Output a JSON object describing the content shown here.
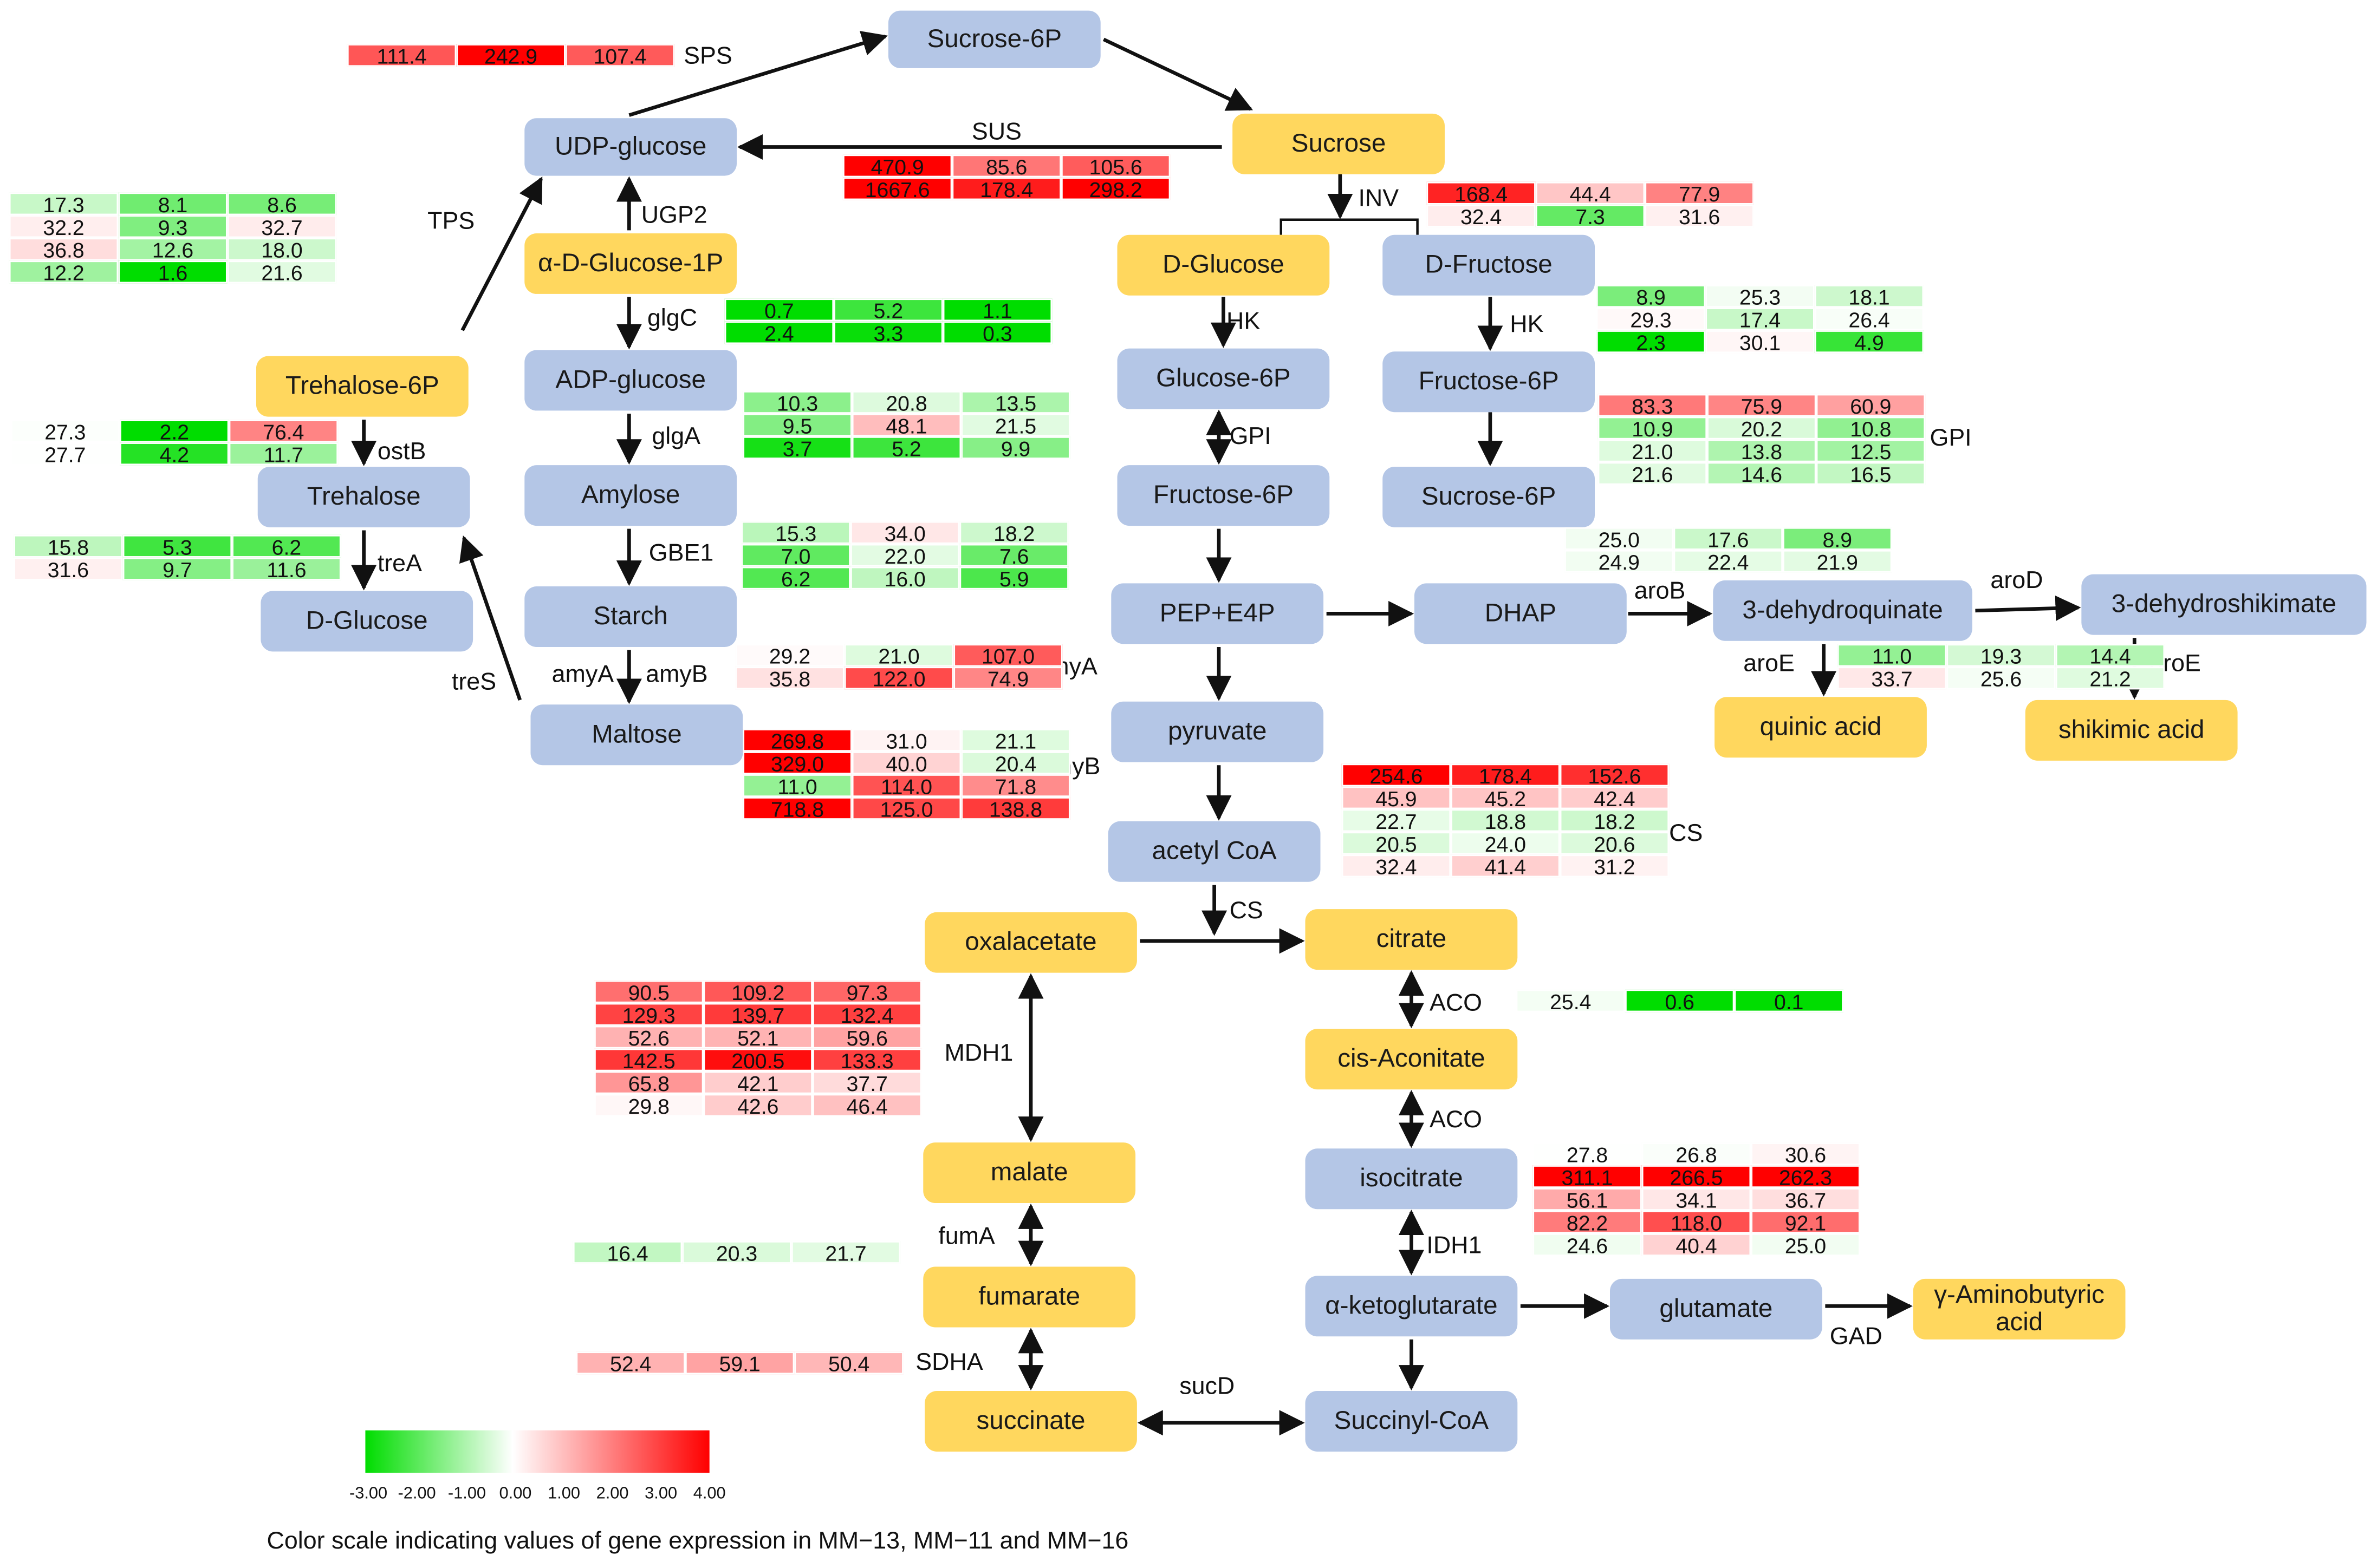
{
  "nodes": {
    "sucrose6p_top": {
      "label": "Sucrose-6P",
      "kind": "enz"
    },
    "udp_glucose": {
      "label": "UDP-glucose",
      "kind": "enz"
    },
    "sucrose": {
      "label": "Sucrose",
      "kind": "met"
    },
    "a_d_glucose_1p": {
      "label": "α-D-Glucose-1P",
      "kind": "met"
    },
    "d_glucose_mid": {
      "label": "D-Glucose",
      "kind": "met"
    },
    "d_fructose": {
      "label": "D-Fructose",
      "kind": "enz"
    },
    "trehalose_6p": {
      "label": "Trehalose-6P",
      "kind": "met"
    },
    "adp_glucose": {
      "label": "ADP-glucose",
      "kind": "enz"
    },
    "glucose_6p": {
      "label": "Glucose-6P",
      "kind": "enz"
    },
    "fructose_6p_right": {
      "label": "Fructose-6P",
      "kind": "enz"
    },
    "trehalose": {
      "label": "Trehalose",
      "kind": "enz"
    },
    "amylose": {
      "label": "Amylose",
      "kind": "enz"
    },
    "fructose_6p_mid": {
      "label": "Fructose-6P",
      "kind": "enz"
    },
    "sucrose6p_right": {
      "label": "Sucrose-6P",
      "kind": "enz"
    },
    "starch": {
      "label": "Starch",
      "kind": "enz"
    },
    "d_glucose_left": {
      "label": "D-Glucose",
      "kind": "enz"
    },
    "pep_e4p": {
      "label": "PEP+E4P",
      "kind": "enz"
    },
    "dhap": {
      "label": "DHAP",
      "kind": "enz"
    },
    "dehydroquinate": {
      "label": "3-dehydroquinate",
      "kind": "enz"
    },
    "dehydroshikimate": {
      "label": "3-dehydroshikimate",
      "kind": "enz"
    },
    "maltose": {
      "label": "Maltose",
      "kind": "enz"
    },
    "pyruvate": {
      "label": "pyruvate",
      "kind": "enz"
    },
    "quinic_acid": {
      "label": "quinic acid",
      "kind": "met"
    },
    "shikimic_acid": {
      "label": "shikimic acid",
      "kind": "met"
    },
    "acetyl_coa": {
      "label": "acetyl CoA",
      "kind": "enz"
    },
    "oxalacetate": {
      "label": "oxalacetate",
      "kind": "met"
    },
    "citrate": {
      "label": "citrate",
      "kind": "met"
    },
    "cis_aconitate": {
      "label": "cis-Aconitate",
      "kind": "met"
    },
    "malate": {
      "label": "malate",
      "kind": "met"
    },
    "isocitrate": {
      "label": "isocitrate",
      "kind": "enz"
    },
    "fumarate": {
      "label": "fumarate",
      "kind": "met"
    },
    "a_ketoglutarate": {
      "label": "α-ketoglutarate",
      "kind": "enz"
    },
    "glutamate": {
      "label": "glutamate",
      "kind": "enz"
    },
    "gaba": {
      "label": "γ-Aminobutyric acid",
      "kind": "met"
    },
    "succinate": {
      "label": "succinate",
      "kind": "met"
    },
    "succinyl_coa": {
      "label": "Succinyl-CoA",
      "kind": "enz"
    }
  },
  "enzymes": {
    "SPS": "SPS",
    "SUS": "SUS",
    "TPS": "TPS",
    "UGP2": "UGP2",
    "INV": "INV",
    "glgC": "glgC",
    "HK1": "HK",
    "HK2": "HK",
    "ostB": "ostB",
    "glgA": "glgA",
    "GPI1": "GPI",
    "GPI2": "GPI",
    "treA": "treA",
    "GBE1": "GBE1",
    "aroB": "aroB",
    "aroD": "aroD",
    "amyA1": "amyA",
    "amyB1": "amyB",
    "amyA2": "amyA",
    "amyB2": "amyB",
    "aroE1": "aroE",
    "aroE2": "aroE",
    "treS": "treS",
    "CS1": "CS",
    "CS2": "CS",
    "ACO1": "ACO",
    "ACO2": "ACO",
    "MDH1": "MDH1",
    "IDH1": "IDH1",
    "fumA": "fumA",
    "GAD": "GAD",
    "SDHA": "SDHA",
    "sucD": "sucD"
  },
  "expression": {
    "sps": [
      [
        "111.4",
        "242.9",
        "107.4"
      ]
    ],
    "sus": [
      [
        "470.9",
        "85.6",
        "105.6"
      ],
      [
        "1667.6",
        "178.4",
        "298.2"
      ]
    ],
    "tps": [
      [
        "17.3",
        "8.1",
        "8.6"
      ],
      [
        "32.2",
        "9.3",
        "32.7"
      ],
      [
        "36.8",
        "12.6",
        "18.0"
      ],
      [
        "12.2",
        "1.6",
        "21.6"
      ]
    ],
    "inv": [
      [
        "168.4",
        "44.4",
        "77.9"
      ],
      [
        "32.4",
        "7.3",
        "31.6"
      ]
    ],
    "glgc": [
      [
        "0.7",
        "5.2",
        "1.1"
      ],
      [
        "2.4",
        "3.3",
        "0.3"
      ]
    ],
    "hk": [
      [
        "8.9",
        "25.3",
        "18.1"
      ],
      [
        "29.3",
        "17.4",
        "26.4"
      ],
      [
        "2.3",
        "30.1",
        "4.9"
      ]
    ],
    "ostb": [
      [
        "27.3",
        "2.2",
        "76.4"
      ],
      [
        "27.7",
        "4.2",
        "11.7"
      ]
    ],
    "glga": [
      [
        "10.3",
        "20.8",
        "13.5"
      ],
      [
        "9.5",
        "48.1",
        "21.5"
      ],
      [
        "3.7",
        "5.2",
        "9.9"
      ]
    ],
    "gpi": [
      [
        "83.3",
        "75.9",
        "60.9"
      ],
      [
        "10.9",
        "20.2",
        "10.8"
      ],
      [
        "21.0",
        "13.8",
        "12.5"
      ],
      [
        "21.6",
        "14.6",
        "16.5"
      ]
    ],
    "trea": [
      [
        "15.8",
        "5.3",
        "6.2"
      ],
      [
        "31.6",
        "9.7",
        "11.6"
      ]
    ],
    "gbe1": [
      [
        "15.3",
        "34.0",
        "18.2"
      ],
      [
        "7.0",
        "22.0",
        "7.6"
      ],
      [
        "6.2",
        "16.0",
        "5.9"
      ]
    ],
    "arob": [
      [
        "25.0",
        "17.6",
        "8.9"
      ],
      [
        "24.9",
        "22.4",
        "21.9"
      ]
    ],
    "amya": [
      [
        "29.2",
        "21.0",
        "107.0"
      ],
      [
        "35.8",
        "122.0",
        "74.9"
      ]
    ],
    "aroe": [
      [
        "11.0",
        "19.3",
        "14.4"
      ],
      [
        "33.7",
        "25.6",
        "21.2"
      ]
    ],
    "amyb": [
      [
        "269.8",
        "31.0",
        "21.1"
      ],
      [
        "329.0",
        "40.0",
        "20.4"
      ],
      [
        "11.0",
        "114.0",
        "71.8"
      ],
      [
        "718.8",
        "125.0",
        "138.8"
      ]
    ],
    "cs": [
      [
        "254.6",
        "178.4",
        "152.6"
      ],
      [
        "45.9",
        "45.2",
        "42.4"
      ],
      [
        "22.7",
        "18.8",
        "18.2"
      ],
      [
        "20.5",
        "24.0",
        "20.6"
      ],
      [
        "32.4",
        "41.4",
        "31.2"
      ]
    ],
    "aco": [
      [
        "25.4",
        "0.6",
        "0.1"
      ]
    ],
    "mdh1": [
      [
        "90.5",
        "109.2",
        "97.3"
      ],
      [
        "129.3",
        "139.7",
        "132.4"
      ],
      [
        "52.6",
        "52.1",
        "59.6"
      ],
      [
        "142.5",
        "200.5",
        "133.3"
      ],
      [
        "65.8",
        "42.1",
        "37.7"
      ],
      [
        "29.8",
        "42.6",
        "46.4"
      ]
    ],
    "idh1": [
      [
        "27.8",
        "26.8",
        "30.6"
      ],
      [
        "311.1",
        "266.5",
        "262.3"
      ],
      [
        "56.1",
        "34.1",
        "36.7"
      ],
      [
        "82.2",
        "118.0",
        "92.1"
      ],
      [
        "24.6",
        "40.4",
        "25.0"
      ]
    ],
    "fuma": [
      [
        "16.4",
        "20.3",
        "21.7"
      ]
    ],
    "sdha": [
      [
        "52.4",
        "59.1",
        "50.4"
      ]
    ]
  },
  "colors": {
    "metabolite_fill": "#ffd75e",
    "enzyme_fill": "#b4c6e6",
    "scale_low": "#00dd00",
    "scale_mid": "#ffffff",
    "scale_high": "#ff0000"
  },
  "legend": {
    "ticks": [
      "-3.00",
      "-2.00",
      "-1.00",
      "0.00",
      "1.00",
      "2.00",
      "3.00",
      "4.00"
    ],
    "caption": "Color scale indicating values of gene expression in MM−13, MM−11 and MM−16"
  }
}
